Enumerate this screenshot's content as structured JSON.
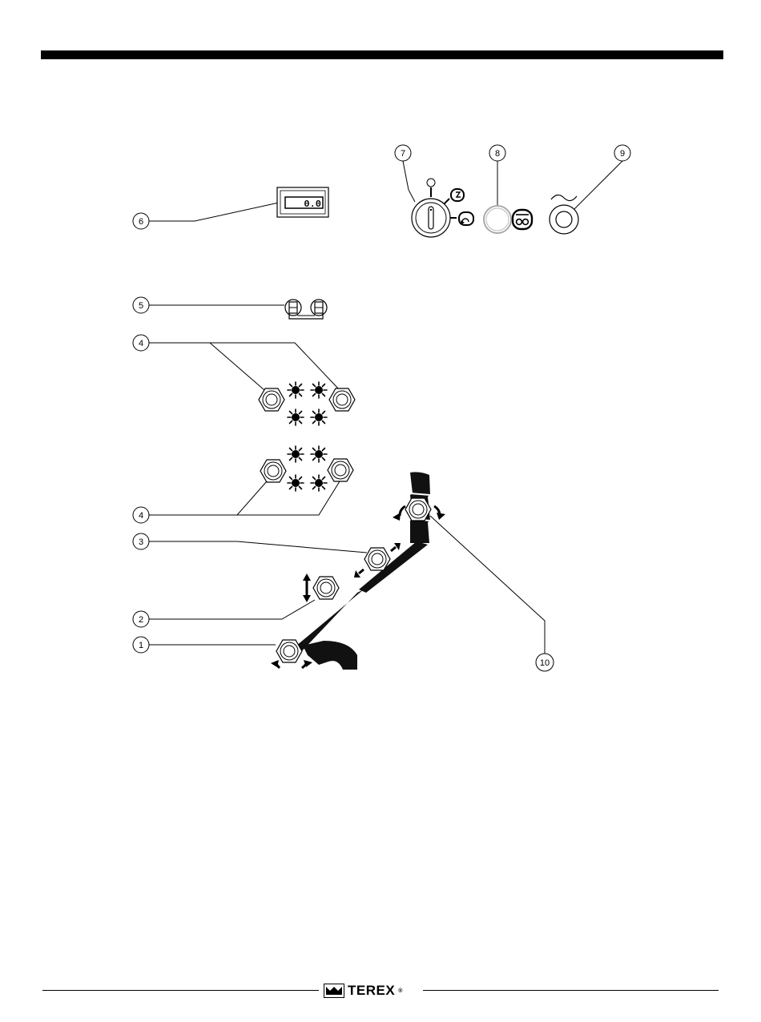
{
  "callouts": {
    "c1": "1",
    "c2": "2",
    "c3": "3",
    "c4a": "4",
    "c4b": "4",
    "c5": "5",
    "c6": "6",
    "c7": "7",
    "c8": "8",
    "c9": "9",
    "c10": "10"
  },
  "hour_meter": {
    "reading": "0.0"
  },
  "footer": {
    "brand": "TEREX",
    "registered": "®",
    "logo_icon": "terex-crown-icon"
  },
  "colors": {
    "ink": "#000000",
    "paper": "#ffffff",
    "grey": "#aaaaaa"
  }
}
